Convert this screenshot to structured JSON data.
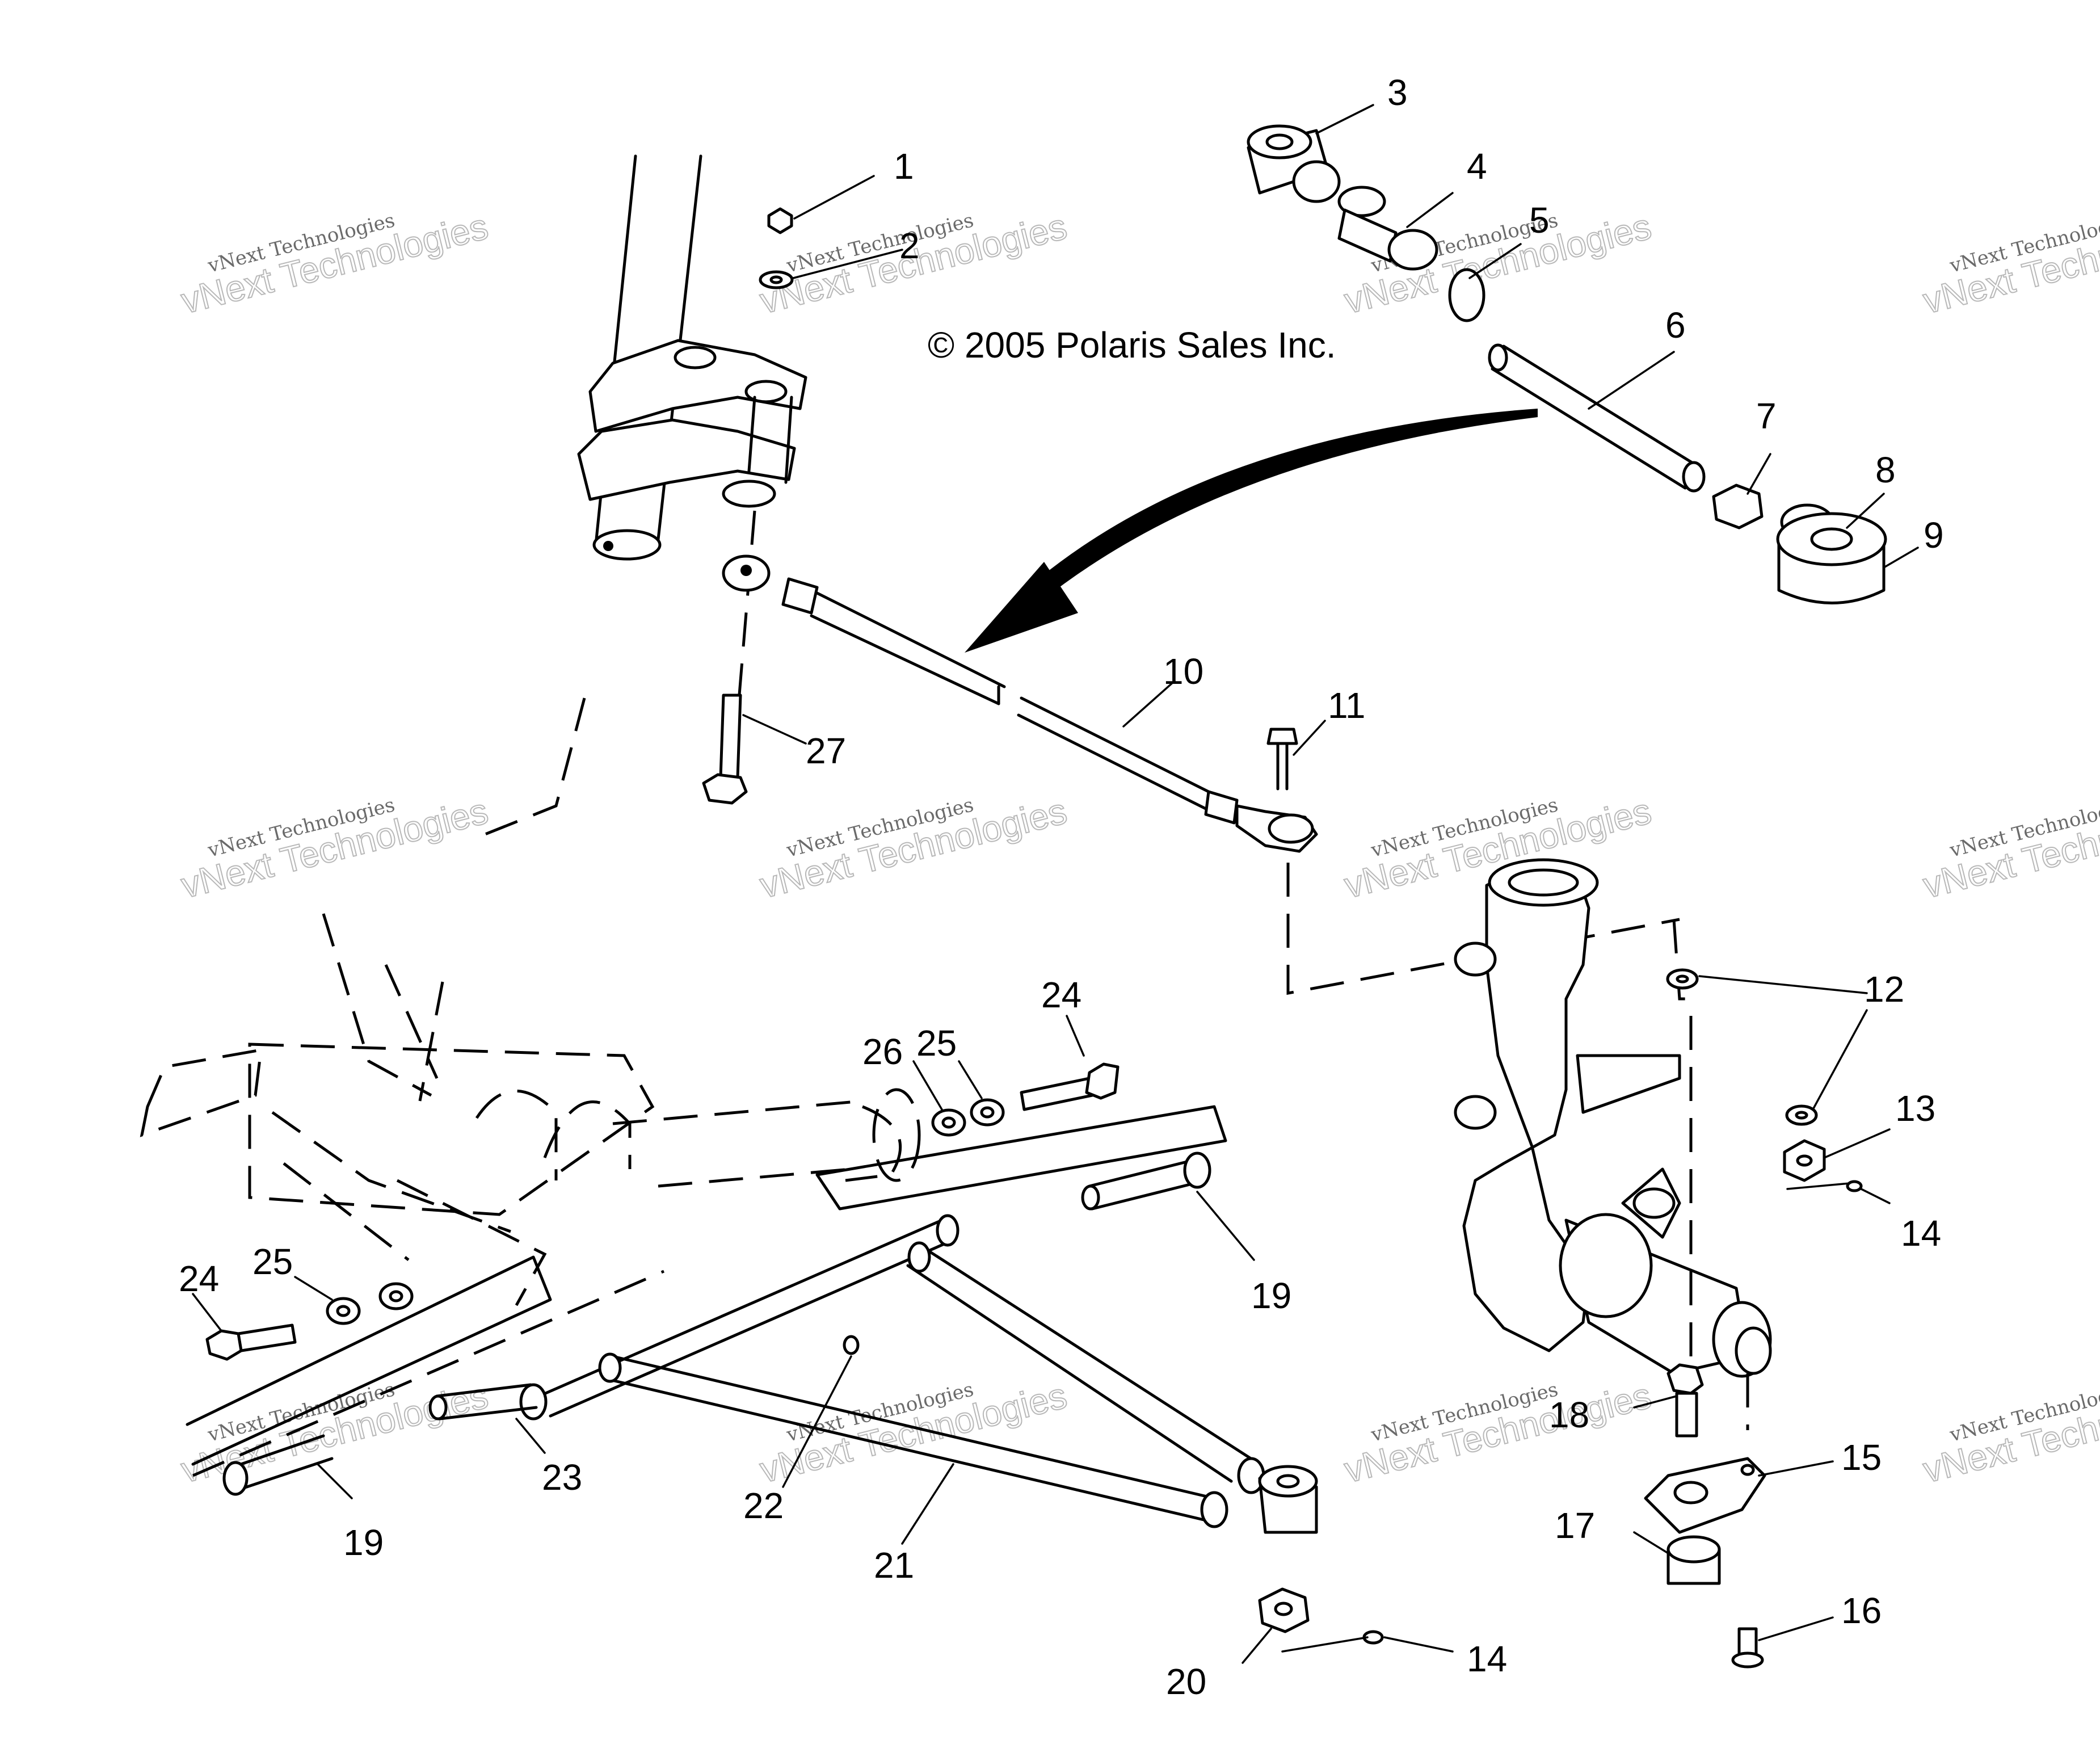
{
  "copyright": "© 2005 Polaris Sales Inc.",
  "watermark": {
    "small": "vNext Technologies",
    "big": "vNext Technologies"
  },
  "callouts": [
    "1",
    "2",
    "3",
    "4",
    "5",
    "6",
    "7",
    "8",
    "9",
    "10",
    "11",
    "12",
    "13",
    "14",
    "14",
    "15",
    "16",
    "17",
    "18",
    "19",
    "19",
    "20",
    "21",
    "22",
    "23",
    "24",
    "24",
    "25",
    "25",
    "26",
    "27"
  ]
}
